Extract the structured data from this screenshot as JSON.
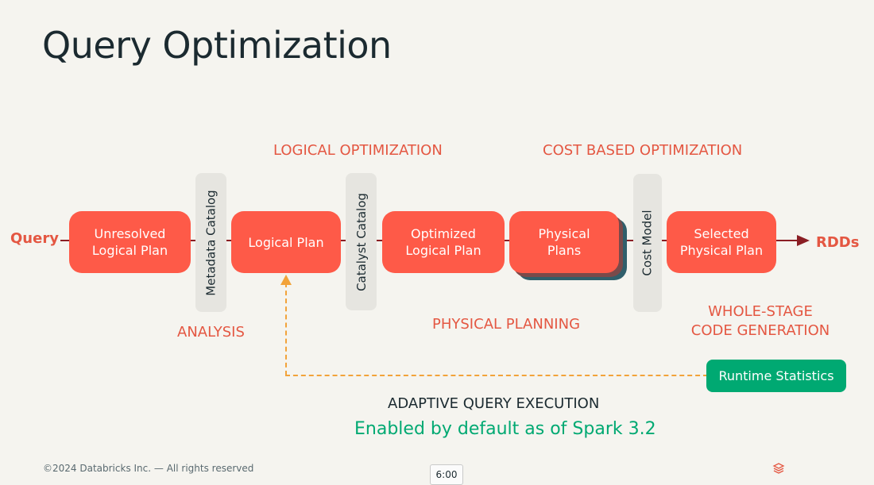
{
  "slide": {
    "title": "Query Optimization",
    "footer": "©2024 Databricks Inc. — All rights reserved",
    "timer": "6:00",
    "logo_icon": "databricks-logo-icon"
  },
  "diagram": {
    "input": "Query",
    "output": "RDDs",
    "stages": {
      "logical_optimization": "LOGICAL OPTIMIZATION",
      "cost_based_optimization": "COST BASED OPTIMIZATION",
      "analysis": "ANALYSIS",
      "physical_planning": "PHYSICAL PLANNING",
      "whole_stage_line1": "WHOLE-STAGE",
      "whole_stage_line2": "CODE GENERATION"
    },
    "nodes": {
      "unresolved_line1": "Unresolved",
      "unresolved_line2": "Logical Plan",
      "logical_plan": "Logical Plan",
      "optimized_line1": "Optimized",
      "optimized_line2": "Logical Plan",
      "physical_line1": "Physical",
      "physical_line2": "Plans",
      "selected_line1": "Selected",
      "selected_line2": "Physical Plan"
    },
    "catalogs": {
      "metadata": "Metadata  Catalog",
      "catalyst": "Catalyst Catalog",
      "cost_model": "Cost Model"
    },
    "runtime_statistics": "Runtime Statistics",
    "adaptive_title": "ADAPTIVE QUERY EXECUTION",
    "adaptive_note": "Enabled by default as of Spark 3.2",
    "colors": {
      "node": "#fe5a48",
      "stage_label": "#e45742",
      "flow_line": "#8a1e24",
      "feedback_arrow": "#f2a33a",
      "runtime": "#00a972"
    }
  }
}
